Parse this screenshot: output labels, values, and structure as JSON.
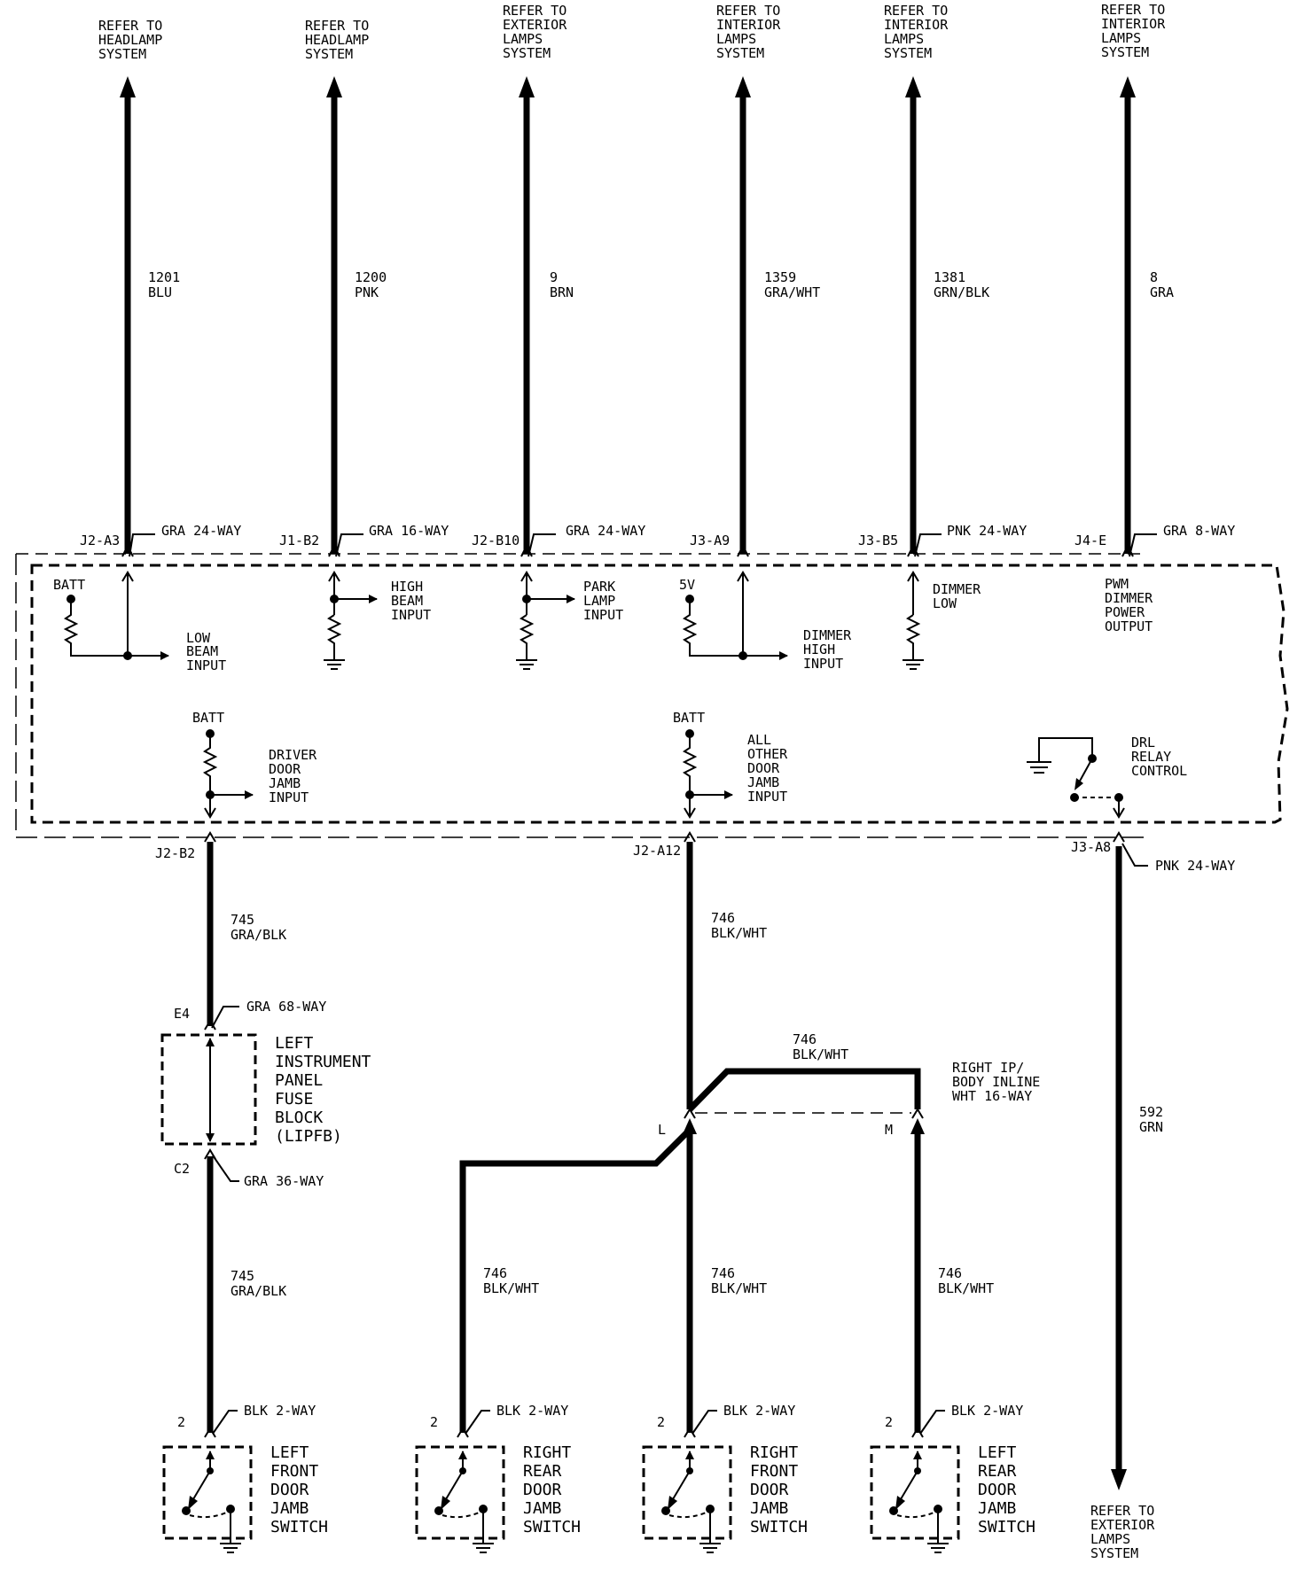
{
  "top_refs": [
    {
      "lines": [
        "REFER TO",
        "HEADLAMP",
        "SYSTEM"
      ]
    },
    {
      "lines": [
        "REFER TO",
        "HEADLAMP",
        "SYSTEM"
      ]
    },
    {
      "lines": [
        "REFER TO",
        "EXTERIOR",
        "LAMPS",
        "SYSTEM"
      ]
    },
    {
      "lines": [
        "REFER TO",
        "INTERIOR",
        "LAMPS",
        "SYSTEM"
      ]
    },
    {
      "lines": [
        "REFER TO",
        "INTERIOR",
        "LAMPS",
        "SYSTEM"
      ]
    },
    {
      "lines": [
        "REFER TO",
        "INTERIOR",
        "LAMPS",
        "SYSTEM"
      ]
    }
  ],
  "top_wires": [
    {
      "circuit": "1201",
      "color": "BLU",
      "pin": "J2-A3",
      "connector": "GRA 24-WAY"
    },
    {
      "circuit": "1200",
      "color": "PNK",
      "pin": "J1-B2",
      "connector": "GRA 16-WAY"
    },
    {
      "circuit": "9",
      "color": "BRN",
      "pin": "J2-B10",
      "connector": "GRA 24-WAY"
    },
    {
      "circuit": "1359",
      "color": "GRA/WHT",
      "pin": "J3-A9",
      "connector": ""
    },
    {
      "circuit": "1381",
      "color": "GRN/BLK",
      "pin": "J3-B5",
      "connector": "PNK 24-WAY"
    },
    {
      "circuit": "8",
      "color": "GRA",
      "pin": "J4-E",
      "connector": "GRA 8-WAY"
    }
  ],
  "module": {
    "batt_label": "BATT",
    "five_v_label": "5V",
    "low_beam": [
      "LOW",
      "BEAM",
      "INPUT"
    ],
    "high_beam": [
      "HIGH",
      "BEAM",
      "INPUT"
    ],
    "park_lamp": [
      "PARK",
      "LAMP",
      "INPUT"
    ],
    "dimmer_high": [
      "DIMMER",
      "HIGH",
      "INPUT"
    ],
    "dimmer_low": [
      "DIMMER",
      "LOW"
    ],
    "pwm_output": [
      "PWM",
      "DIMMER",
      "POWER",
      "OUTPUT"
    ],
    "driver_door": [
      "DRIVER",
      "DOOR",
      "JAMB",
      "INPUT"
    ],
    "all_other_door": [
      "ALL",
      "OTHER",
      "DOOR",
      "JAMB",
      "INPUT"
    ],
    "drl_relay": [
      "DRL",
      "RELAY",
      "CONTROL"
    ]
  },
  "lower": {
    "pin_j2_b2": "J2-B2",
    "pin_j2_a12": "J2-A12",
    "pin_j3_a8": "J3-A8",
    "conn_j3_a8": "PNK 24-WAY",
    "w745": {
      "circuit": "745",
      "color": "GRA/BLK"
    },
    "w746": {
      "circuit": "746",
      "color": "BLK/WHT"
    },
    "w592": {
      "circuit": "592",
      "color": "GRN"
    },
    "pin_e4": "E4",
    "conn_e4": "GRA 68-WAY",
    "pin_c2": "C2",
    "conn_c2": "GRA 36-WAY",
    "fuse_block": [
      "LEFT",
      "INSTRUMENT",
      "PANEL",
      "FUSE",
      "BLOCK",
      "(LIPFB)"
    ],
    "inline": [
      "RIGHT IP/",
      "BODY INLINE",
      "WHT 16-WAY"
    ],
    "pin_l": "L",
    "pin_m": "M",
    "switch_pin": "2",
    "switch_conn": "BLK 2-WAY",
    "switches": [
      [
        "LEFT",
        "FRONT",
        "DOOR",
        "JAMB",
        "SWITCH"
      ],
      [
        "RIGHT",
        "REAR",
        "DOOR",
        "JAMB",
        "SWITCH"
      ],
      [
        "RIGHT",
        "FRONT",
        "DOOR",
        "JAMB",
        "SWITCH"
      ],
      [
        "LEFT",
        "REAR",
        "DOOR",
        "JAMB",
        "SWITCH"
      ]
    ],
    "bottom_ref": [
      "REFER TO",
      "EXTERIOR",
      "LAMPS",
      "SYSTEM"
    ]
  }
}
